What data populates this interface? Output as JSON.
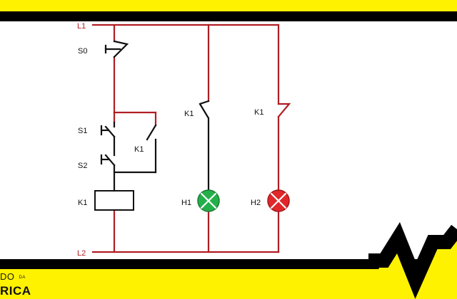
{
  "rails": {
    "top": "L1",
    "bottom": "L2"
  },
  "components": {
    "s0": "S0",
    "s1": "S1",
    "s2": "S2",
    "k1_hold": "K1",
    "k1_coil": "K1",
    "k1_no": "K1",
    "k1_nc": "K1",
    "h1": "H1",
    "h2": "H2"
  },
  "footer": {
    "brand_top": "DO",
    "brand_da": "DA",
    "brand_bottom": "RICA"
  },
  "colors": {
    "wire": "#b01e24",
    "black_wire": "#111111",
    "green_lamp": "#23b04a",
    "red_lamp": "#e0272b",
    "banner_yellow": "#fff200",
    "banner_black": "#000000"
  },
  "lamps": {
    "h1_state": "on",
    "h2_state": "on"
  }
}
